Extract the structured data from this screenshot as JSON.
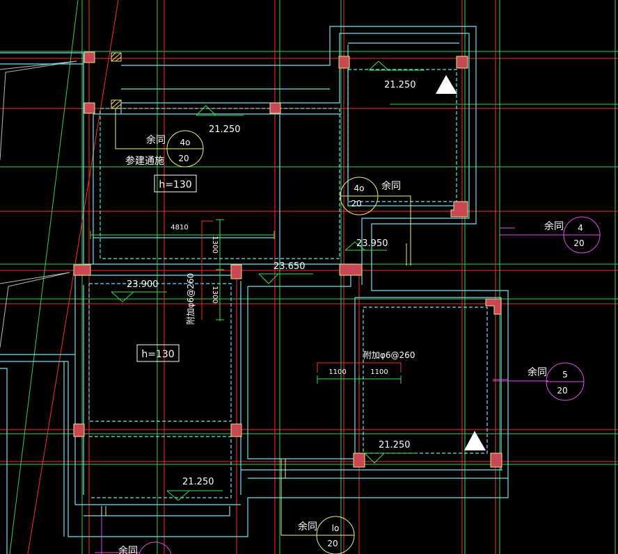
{
  "colors": {
    "background": "#000000",
    "axis_red": "#ff2a2a",
    "axis_green": "#2fd35a",
    "wall_cyan": "#6fe4ee",
    "column_fill": "#c84856",
    "column_edge": "#f0e080",
    "dim_green": "#39e04a",
    "tag_yellow": "#f4f07a",
    "tag_magenta": "#e64ce6",
    "text_white": "#ffffff"
  },
  "elevations": {
    "top_right": "21.250",
    "top_left": "21.250",
    "mid_left": "23.900",
    "mid_center": "23.650",
    "mid_right": "23.950",
    "low_right": "21.250",
    "low_left": "21.250"
  },
  "slab_thickness": {
    "upper": "h=130",
    "lower": "h=130"
  },
  "dimensions": {
    "width_4810": "4810",
    "vertical_1300_a": "1300",
    "vertical_1300_b": "1300",
    "right_1100_a": "1100",
    "right_1100_b": "1100"
  },
  "rebar_notes": {
    "left_vertical": "附加φ6@260",
    "right_horizontal": "附加φ6@260"
  },
  "notes": {
    "yutong_1": "余同",
    "yutong_2": "余同",
    "yutong_3": "余同",
    "yutong_4": "余同",
    "yutong_5": "余同",
    "yutong_6": "余同",
    "see_detail": "参建通施"
  },
  "detail_tags": {
    "tag_a_top": "4o",
    "tag_a_bottom": "20",
    "tag_b_top": "4o",
    "tag_b_bottom": "20",
    "tag_c_top": "4",
    "tag_c_bottom": "20",
    "tag_d_top": "5",
    "tag_d_bottom": "20",
    "tag_e_top": "lo",
    "tag_e_bottom": "20"
  }
}
